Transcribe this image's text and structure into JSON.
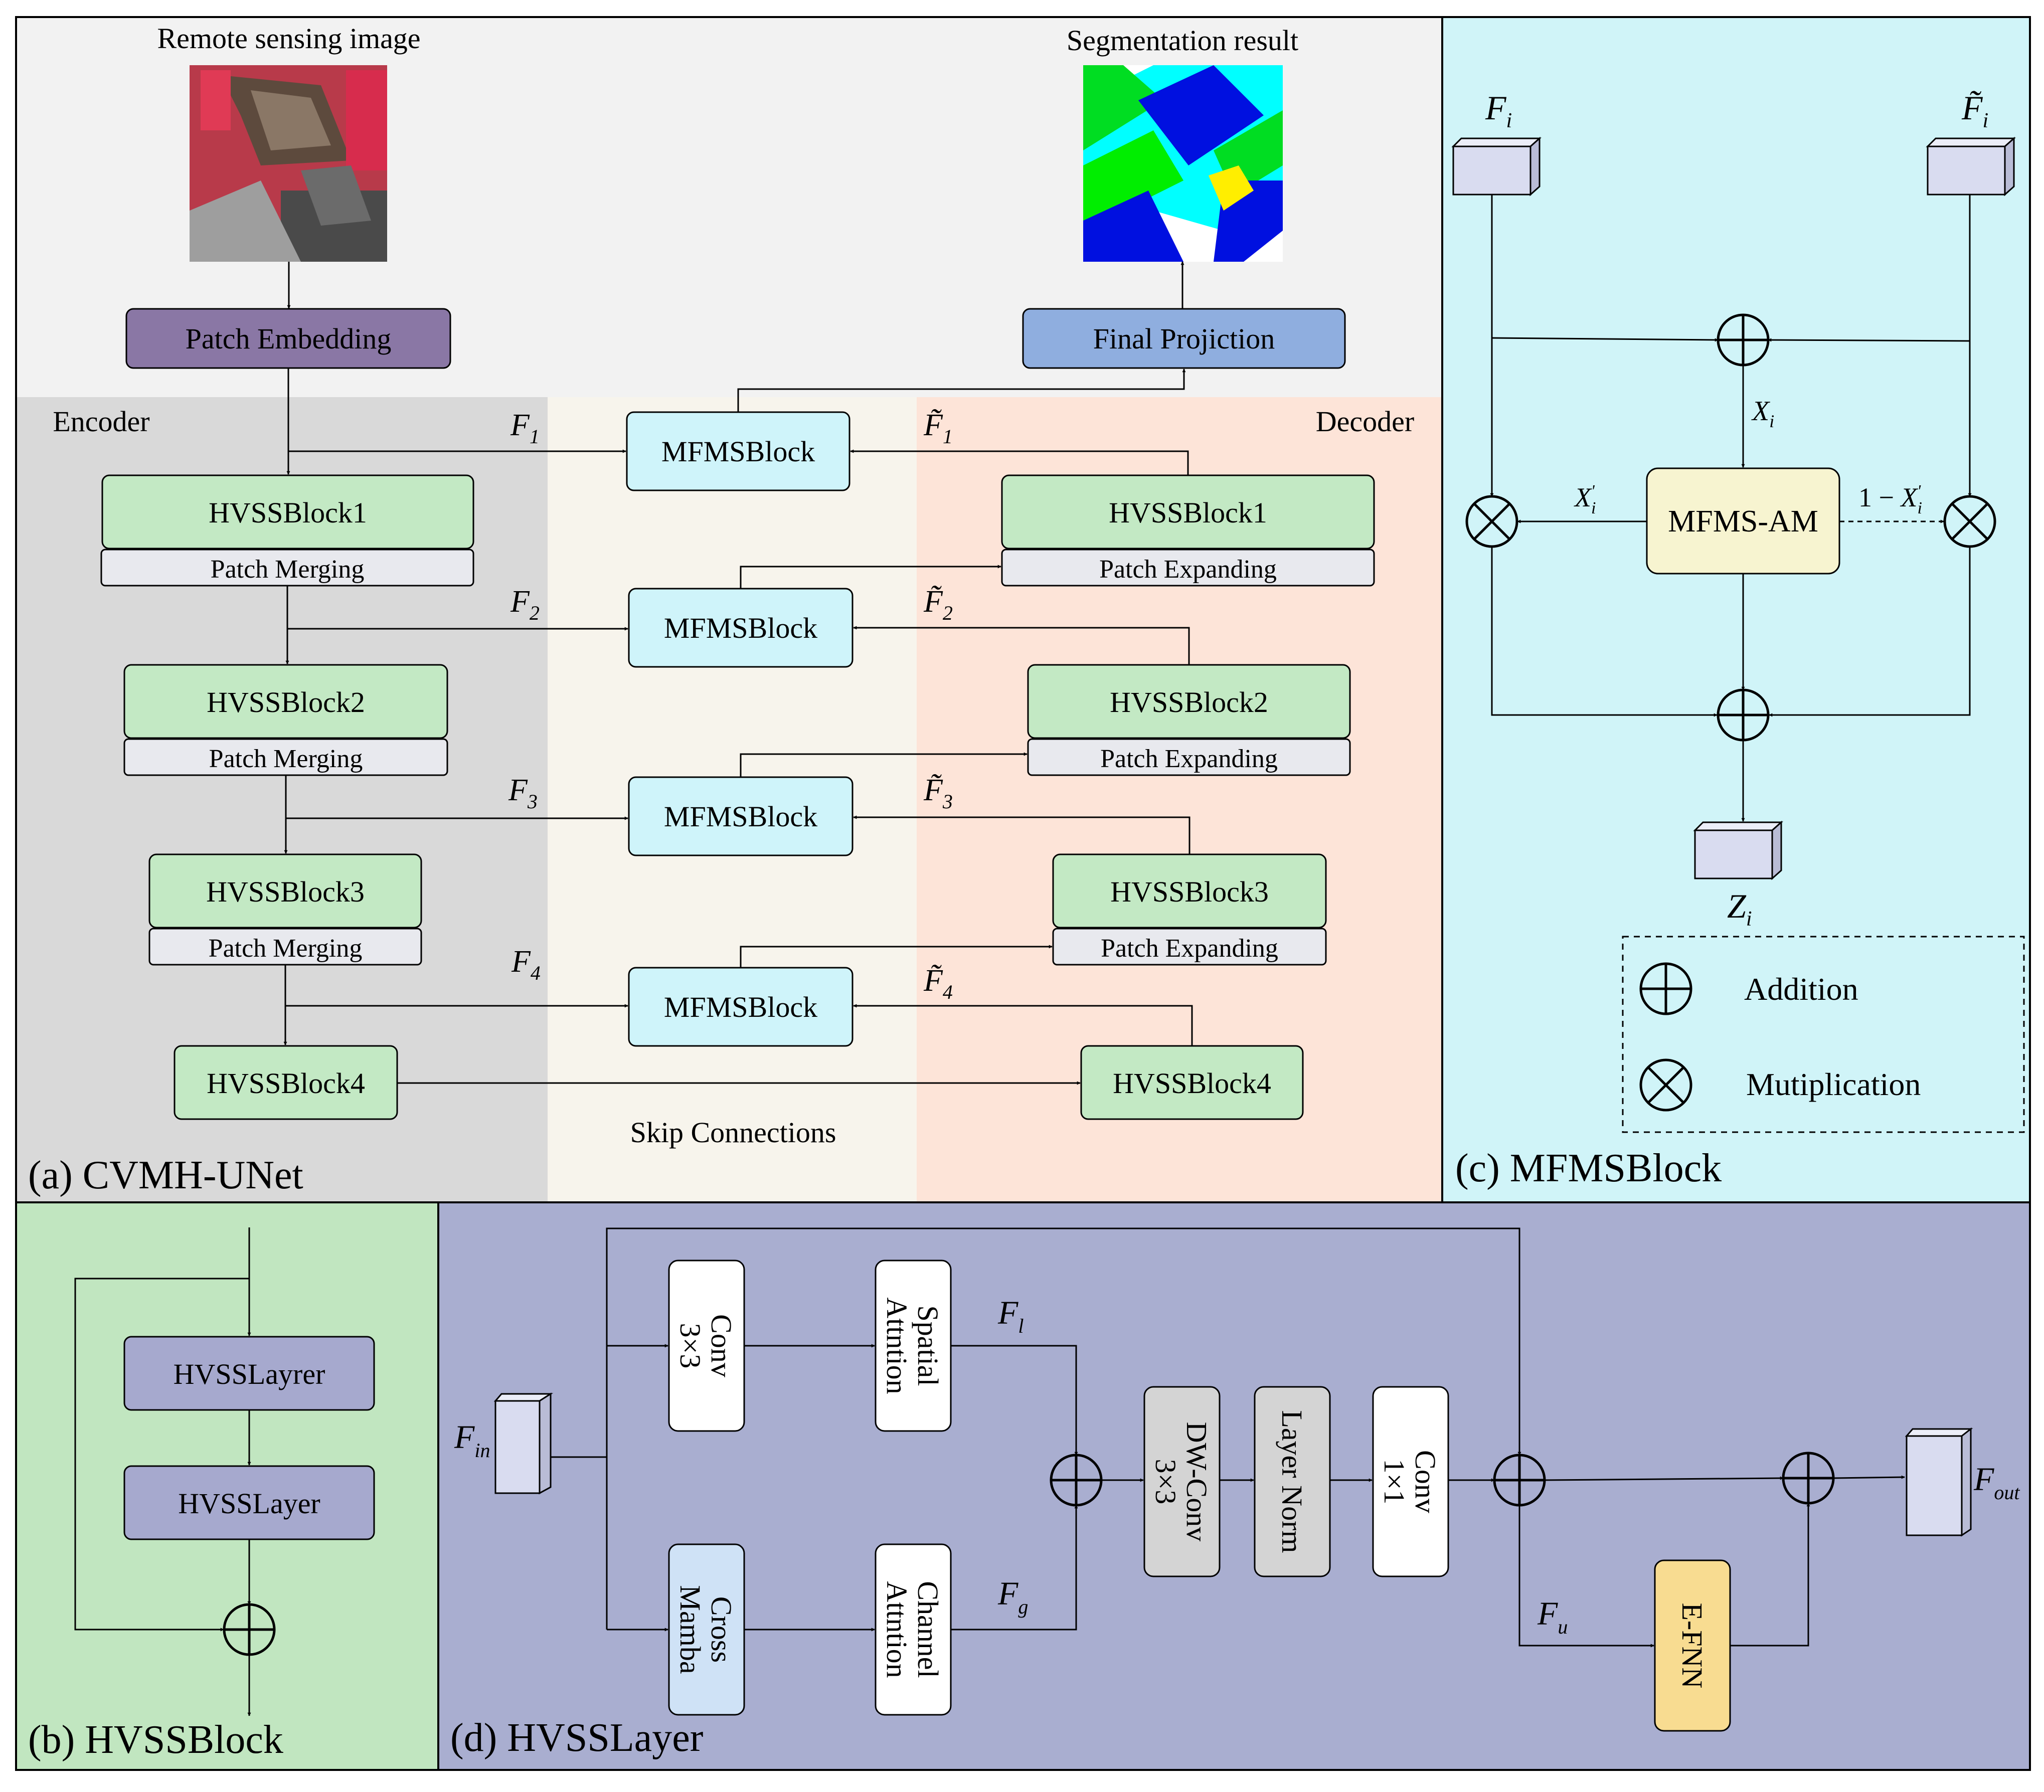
{
  "colors": {
    "panel_a_top": "#f2f2f2",
    "panel_a_encoder": "#d9d9d9",
    "panel_a_skip": "#f7f4ec",
    "panel_a_decoder": "#fde4d8",
    "panel_b": "#c1e6c0",
    "panel_c": "#d0f4f8",
    "panel_d": "#a9aed0",
    "hvss_block": "#c3e9c4",
    "patch_box": "#e8e9ee",
    "mfms_block": "#cff4fa",
    "patch_embed": "#8a77a5",
    "final_proj": "#8faedf",
    "mfms_am": "#f7f4d0",
    "hvss_layer_box": "#a6a9ce",
    "dw_box": "#d4d4d4",
    "mamba_box": "#cfe2f6",
    "efnn_box": "#f8dc91",
    "cube_face": "#d9dcf0"
  },
  "panel_a": {
    "caption": "(a) CVMH-UNet",
    "input_label": "Remote sensing image",
    "output_label": "Segmentation result",
    "patch_embedding": "Patch Embedding",
    "final_projection": "Final Projiction",
    "encoder_label": "Encoder",
    "decoder_label": "Decoder",
    "skip_label": "Skip Connections",
    "encoder_blocks": [
      "HVSSBlock1",
      "HVSSBlock2",
      "HVSSBlock3",
      "HVSSBlock4"
    ],
    "patch_merging": "Patch Merging",
    "decoder_blocks": [
      "HVSSBlock1",
      "HVSSBlock2",
      "HVSSBlock3",
      "HVSSBlock4"
    ],
    "patch_expanding": "Patch Expanding",
    "mfms_block": "MFMSBlock",
    "feature_labels": [
      {
        "base": "F",
        "sub": "1"
      },
      {
        "base": "F",
        "sub": "2"
      },
      {
        "base": "F",
        "sub": "3"
      },
      {
        "base": "F",
        "sub": "4"
      }
    ],
    "decoder_feature_labels": [
      {
        "base": "F̃",
        "sub": "1"
      },
      {
        "base": "F̃",
        "sub": "2"
      },
      {
        "base": "F̃",
        "sub": "3"
      },
      {
        "base": "F̃",
        "sub": "4"
      }
    ]
  },
  "panel_b": {
    "caption": "(b) HVSSBlock",
    "layer1": "HVSSLayrer",
    "layer2": "HVSSLayer"
  },
  "panel_c": {
    "caption": "(c) MFMSBlock",
    "input_left": {
      "base": "F",
      "sub": "i"
    },
    "input_right": {
      "base": "F̃",
      "sub": "i"
    },
    "x_label": {
      "base": "X",
      "sub": "i"
    },
    "x_prime_label": {
      "base": "X",
      "sub": "i",
      "sup": "'"
    },
    "one_minus_label": {
      "prefix": "1 − ",
      "base": "X",
      "sub": "i",
      "sup": "'"
    },
    "am_label": "MFMS-AM",
    "output": {
      "base": "Z",
      "sub": "i"
    },
    "legend_addition": "Addition",
    "legend_multiplication": "Mutiplication"
  },
  "panel_d": {
    "caption": "(d) HVSSLayer",
    "input": {
      "base": "F",
      "sub": "in"
    },
    "output": {
      "base": "F",
      "sub": "out"
    },
    "conv3": [
      "Conv",
      "3×3"
    ],
    "spatial_attention": [
      "Spatial",
      "Attntion"
    ],
    "cross_mamba": [
      "Cross",
      "Mamba"
    ],
    "channel_attention": [
      "Channel",
      "Attntion"
    ],
    "dw_conv": [
      "DW-Conv",
      "3×3"
    ],
    "layer_norm": [
      "Layer Norm"
    ],
    "conv1": [
      "Conv",
      "1×1"
    ],
    "efnn": [
      "E-FNN"
    ],
    "fl_label": {
      "base": "F",
      "sub": "l"
    },
    "fg_label": {
      "base": "F",
      "sub": "g"
    },
    "fu_label": {
      "base": "F",
      "sub": "u"
    }
  }
}
